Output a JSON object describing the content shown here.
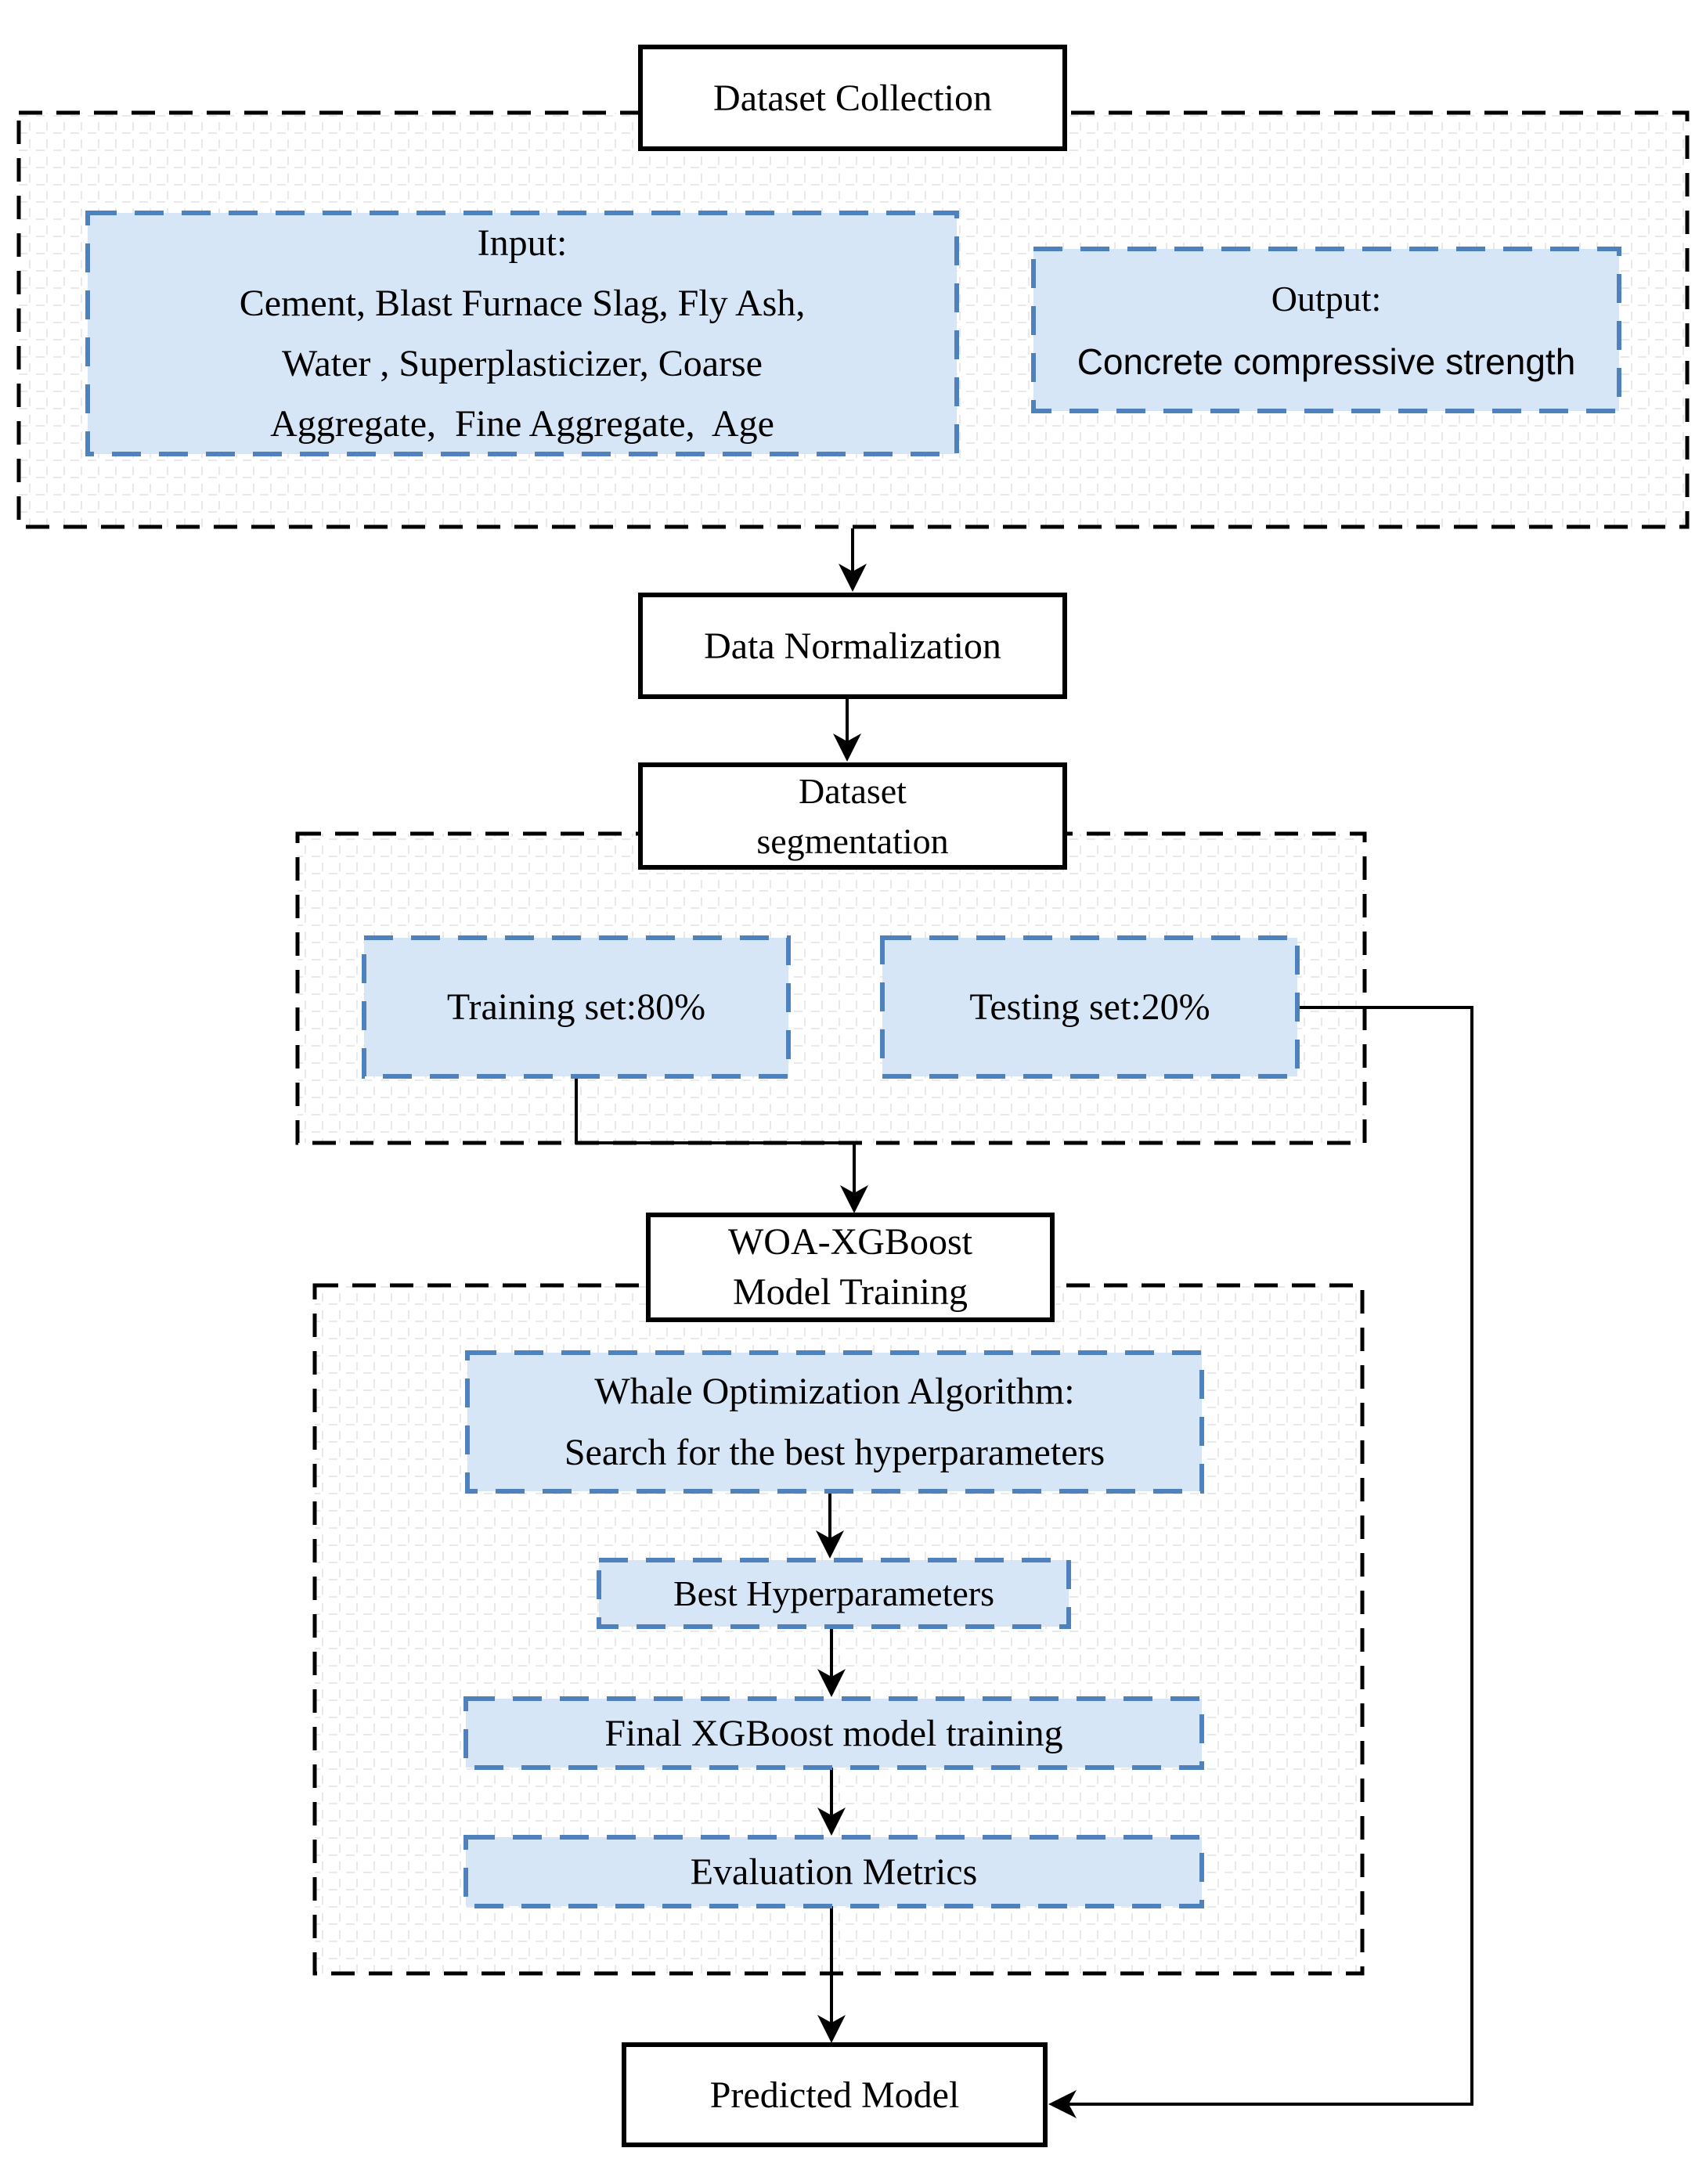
{
  "colors": {
    "node_fill": "#d6e6f7",
    "node_stroke": "#4f81bd",
    "line_color": "#000000",
    "grid_color": "#e9e9ec",
    "background": "#ffffff"
  },
  "nodes": {
    "dataset_collection": {
      "label": "Dataset Collection"
    },
    "input": {
      "title": "Input:",
      "lines": [
        "Cement, Blast Furnace Slag, Fly Ash,",
        "Water , Superplasticizer, Coarse",
        "Aggregate,  Fine Aggregate,  Age"
      ]
    },
    "output": {
      "title": "Output:",
      "line": "Concrete compressive strength"
    },
    "data_normalization": {
      "label": "Data Normalization"
    },
    "dataset_segmentation": {
      "lines": [
        "Dataset",
        "segmentation"
      ]
    },
    "training_set": {
      "label": "Training set:80%"
    },
    "testing_set": {
      "label": "Testing set:20%"
    },
    "woa_model_training": {
      "lines": [
        "WOA-XGBoost",
        "Model Training"
      ]
    },
    "whale_optimization": {
      "lines": [
        "Whale Optimization Algorithm:",
        "Search for the best hyperparameters"
      ]
    },
    "best_hyperparameters": {
      "label": "Best Hyperparameters"
    },
    "final_xgboost_training": {
      "label": "Final XGBoost model training"
    },
    "evaluation_metrics": {
      "label": "Evaluation Metrics"
    },
    "predicted_model": {
      "label": "Predicted Model"
    }
  }
}
